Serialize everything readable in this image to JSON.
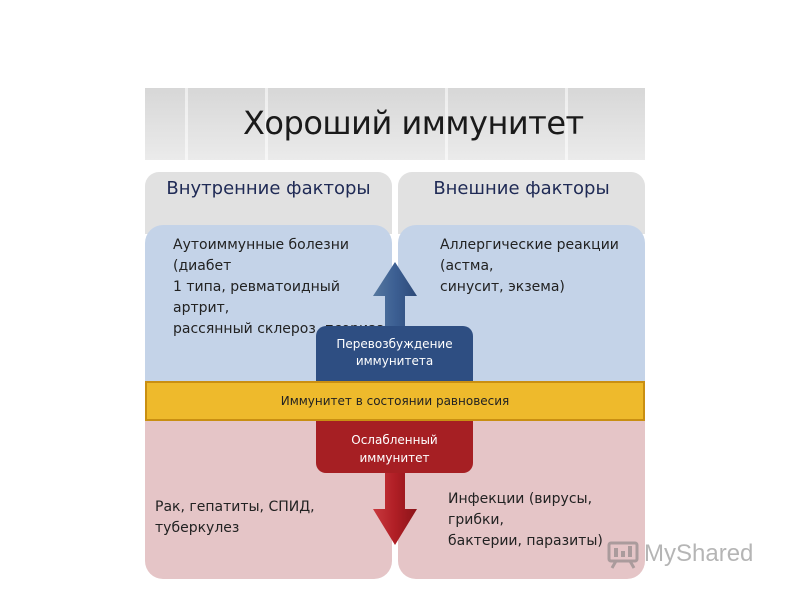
{
  "title": "Хороший иммунитет",
  "headers": {
    "internal": "Внутренние факторы",
    "external": "Внешние факторы"
  },
  "overstimulated": {
    "label_line1": "Перевозбуждение",
    "label_line2": "иммунитета",
    "left_lines": [
      "Аутоиммунные болезни (диабет",
      "1 типа, ревматоидный артрит,",
      "рассянный склероз, псориаз)"
    ],
    "right_lines": [
      "Аллергические реакции (астма,",
      "синусит, экзема)"
    ]
  },
  "balance": "Иммунитет в состоянии равновесия",
  "weakened": {
    "label": "Ослабленный иммунитет",
    "left_lines": [
      "Рак, гепатиты, СПИД, туберкулез"
    ],
    "right_lines": [
      "Инфекции (вирусы, грибки,",
      "бактерии, паразиты)"
    ]
  },
  "watermark": {
    "text": "MyShared",
    "icon": "presentation-board-icon"
  },
  "colors": {
    "header_gray": "#e1e1e1",
    "panel_blue": "#c4d3e8",
    "panel_pink": "#e5c5c7",
    "box_blue": "#2e4e82",
    "box_red": "#a61f23",
    "bar_yellow": "#eeba2c",
    "arrow_blue": "#3c5f93",
    "arrow_red": "#b01e25"
  }
}
